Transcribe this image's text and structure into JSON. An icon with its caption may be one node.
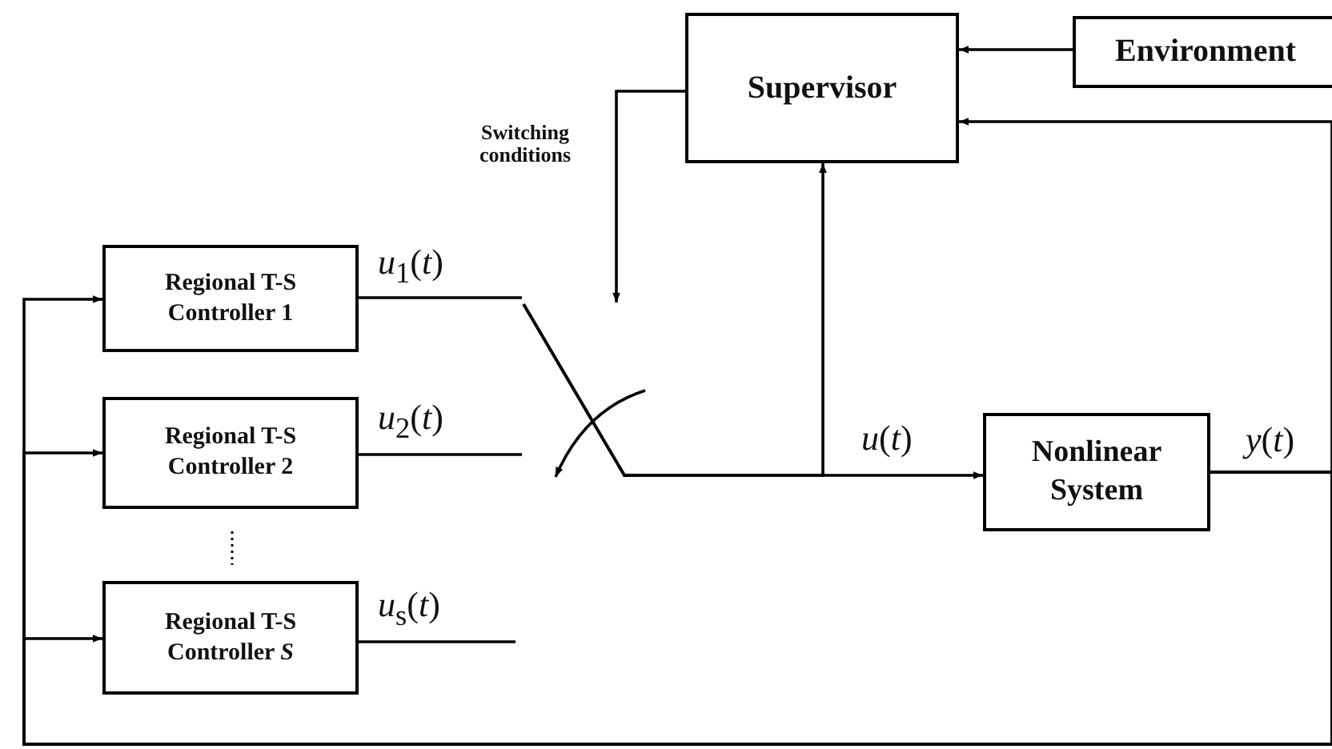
{
  "diagram": {
    "nodes": [
      {
        "text": [
          "Supervisor"
        ]
      },
      {
        "text": [
          "Environment"
        ]
      },
      {
        "text": [
          "Regional T-S Controller 1"
        ]
      },
      {
        "text": [
          "Regional T-S Controller 2"
        ]
      },
      {
        "text": [
          "Regional T-S Controller *S*"
        ]
      },
      {
        "text": [
          "Nonlinear System"
        ]
      },
      {
        "text": [],
        "shape": "switch"
      }
    ],
    "edges": [
      {
        "from": 1,
        "to": 0,
        "arrow": "to"
      },
      {
        "from": 5,
        "to": 0,
        "arrow": "to",
        "label": "*y*(*t*)"
      },
      {
        "from": 0,
        "to": 6,
        "arrow": "to",
        "label": "Switching conditions"
      },
      {
        "from": 6,
        "to": 0,
        "arrow": "to"
      },
      {
        "from": 2,
        "to": 6,
        "arrow": "none",
        "label": "*u*$_{1}$(*t*)"
      },
      {
        "from": 3,
        "to": 6,
        "arrow": "none",
        "label": "*u*$_{2}$(*t*)"
      },
      {
        "from": 4,
        "to": null,
        "arrow": "none",
        "label": "*u*$_{s}$(*t*)"
      },
      {
        "from": 6,
        "to": 5,
        "arrow": "to",
        "label": "*u*(*t*)"
      },
      {
        "from": 5,
        "to": 2,
        "arrow": "to"
      },
      {
        "from": 5,
        "to": 3,
        "arrow": "to"
      },
      {
        "from": 5,
        "to": 4,
        "arrow": "to"
      }
    ]
  }
}
